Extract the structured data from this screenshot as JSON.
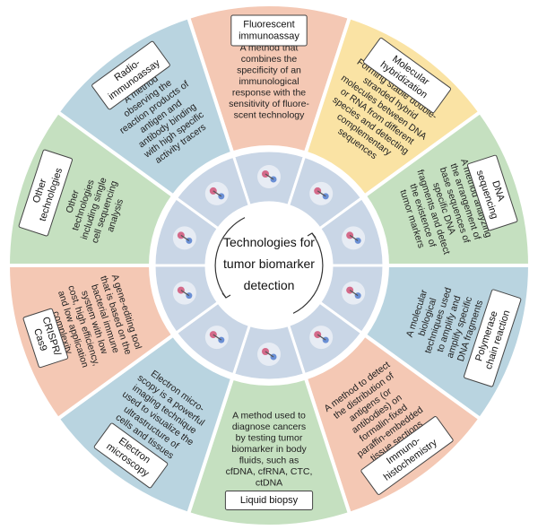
{
  "center": {
    "lines": [
      "Technologies for",
      "tumor biomarker",
      "detection"
    ]
  },
  "colors": {
    "outer_ring": "#dfe1e3",
    "inner_ring": "#c9d6e6",
    "sector_separator": "#ffffff",
    "label_box_border": "#444444",
    "arrow": "#333333"
  },
  "sectors": [
    {
      "id": "fluorescent-immunoassay",
      "color": "#f4c8b4",
      "label_lines": [
        "Fluorescent",
        "immunoassay"
      ],
      "desc_lines": [
        "A method that",
        "combines the",
        "specificity of an",
        "immunological",
        "response with the",
        "sensitivity of fluore-",
        "scent technology"
      ],
      "icon": "antibody-icon"
    },
    {
      "id": "molecular-hybridization",
      "color": "#fae3a4",
      "label_lines": [
        "Molecular",
        "hybridization"
      ],
      "desc_lines": [
        "Forming stable double-",
        "stranded hybrid",
        "molecules between DNA",
        "or RNA from different",
        "species and detecting",
        "complementary",
        "sequences"
      ],
      "icon": "microarray-icon"
    },
    {
      "id": "dna-sequencing",
      "color": "#c5e0c0",
      "label_lines": [
        "DNA",
        "sequencing"
      ],
      "desc_lines": [
        "A method analyzing",
        "the arrangement of",
        "base sequences of",
        "specific DNA",
        "fragments and detect",
        "the existence of",
        "tumor markers"
      ],
      "icon": "sequencer-icon"
    },
    {
      "id": "pcr",
      "color": "#b9d4e0",
      "label_lines": [
        "Polymerase",
        "chain reaction"
      ],
      "desc_lines": [
        "A molecular",
        "biological",
        "techniques used",
        "to amplify and",
        "amplify specific",
        "DNA fragments"
      ],
      "icon": "pcr-tube-icon"
    },
    {
      "id": "immunohistochemistry",
      "color": "#f4c8b4",
      "label_lines": [
        "Immuno-",
        "histochemistry"
      ],
      "desc_lines": [
        "A method to detect",
        "the distribution of",
        "antigens (or",
        "antibodies) on",
        "formalin-fixed",
        "paraffin-embedded",
        "tissue sections"
      ],
      "icon": "tissue-slide-icon"
    },
    {
      "id": "liquid-biopsy",
      "color": "#c5e0c0",
      "label_lines": [
        "Liquid biopsy"
      ],
      "desc_lines": [
        "A method used to",
        "diagnose  cancers",
        "by testing tumor",
        "biomarker in body",
        "fluids, such as",
        "cfDNA, cfRNA, CTC,",
        "ctDNA"
      ],
      "icon": "blood-tube-icon"
    },
    {
      "id": "electron-microscopy",
      "color": "#b9d4e0",
      "label_lines": [
        "Electron",
        "microscopy"
      ],
      "desc_lines": [
        "Electron micro-",
        "scopy is a powerful",
        "imaging technique",
        "used to visualize the",
        "ultrastructure of",
        "cells and tissues"
      ],
      "icon": "microscope-icon"
    },
    {
      "id": "crispr",
      "color": "#f4c8b4",
      "label_lines": [
        "CRISPR/",
        "Cas9"
      ],
      "desc_lines": [
        "A gene-editing tool",
        "that is based on the",
        "bacterial immune",
        "system with low",
        "cost, high efficiency,",
        "and low application",
        "complexity"
      ],
      "icon": "crispr-icon"
    },
    {
      "id": "other-technologies",
      "color": "#c5e0c0",
      "label_lines": [
        "Other",
        "technologies"
      ],
      "desc_lines": [
        "Other",
        "technologies",
        "including single",
        "cell sequencing",
        "analysis"
      ],
      "icon": "dna-helix-icon"
    },
    {
      "id": "radioimmunoassay",
      "color": "#b9d4e0",
      "label_lines": [
        "Radio-",
        "immunoassay"
      ],
      "desc_lines": [
        "A method",
        "observing the",
        "reaction products of",
        "antigen and",
        "antibody binding",
        "with high specific",
        "activity tracers"
      ],
      "icon": "radioactive-icon"
    }
  ]
}
